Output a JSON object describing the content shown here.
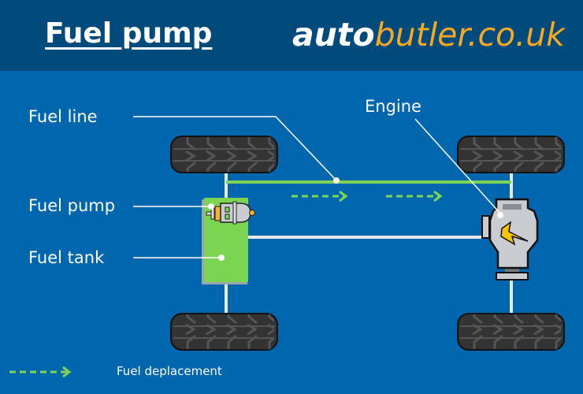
{
  "header": {
    "title": "Fuel pump",
    "brand_part1": "auto",
    "brand_part2": "butler.co.uk"
  },
  "labels": {
    "fuel_line": "Fuel line",
    "fuel_pump": "Fuel pump",
    "fuel_tank": "Fuel tank",
    "engine": "Engine"
  },
  "legend": {
    "fuel_displacement": "Fuel deplacement"
  },
  "colors": {
    "background": "#0066ad",
    "header": "#004a7c",
    "accent": "#f7a823",
    "fuel": "#7bd553",
    "tyre": "#333333",
    "engine": "#c9ccd1",
    "bolt": "#f5c400"
  }
}
